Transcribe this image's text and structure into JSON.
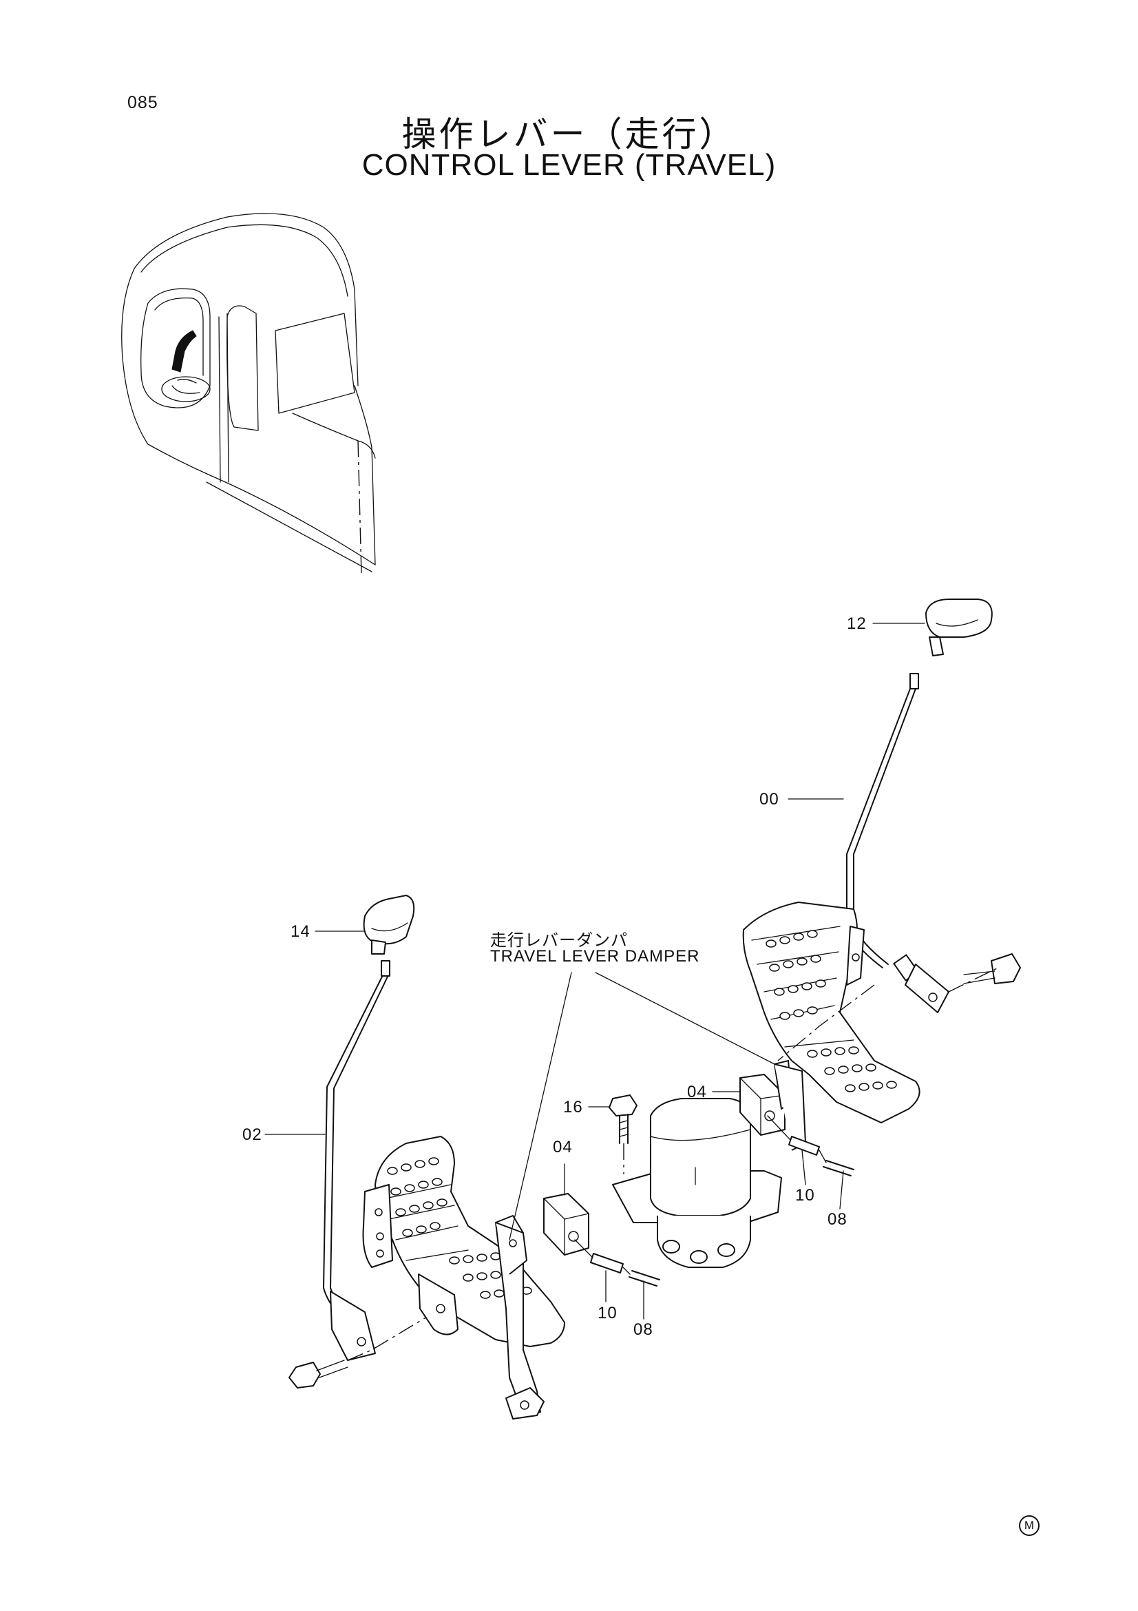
{
  "page_number": "085",
  "title_jp": "操作レバー（走行）",
  "title_en": "CONTROL LEVER (TRAVEL)",
  "damper_label_jp": "走行レバーダンパ",
  "damper_label_en": "TRAVEL LEVER DAMPER",
  "parts": {
    "p12": "12",
    "p00": "00",
    "p14": "14",
    "p02": "02",
    "p04_right": "04",
    "p04_left": "04",
    "p16": "16",
    "p10_right": "10",
    "p08_right": "08",
    "p10_left": "10",
    "p08_left": "08"
  },
  "corner_mark": "M"
}
